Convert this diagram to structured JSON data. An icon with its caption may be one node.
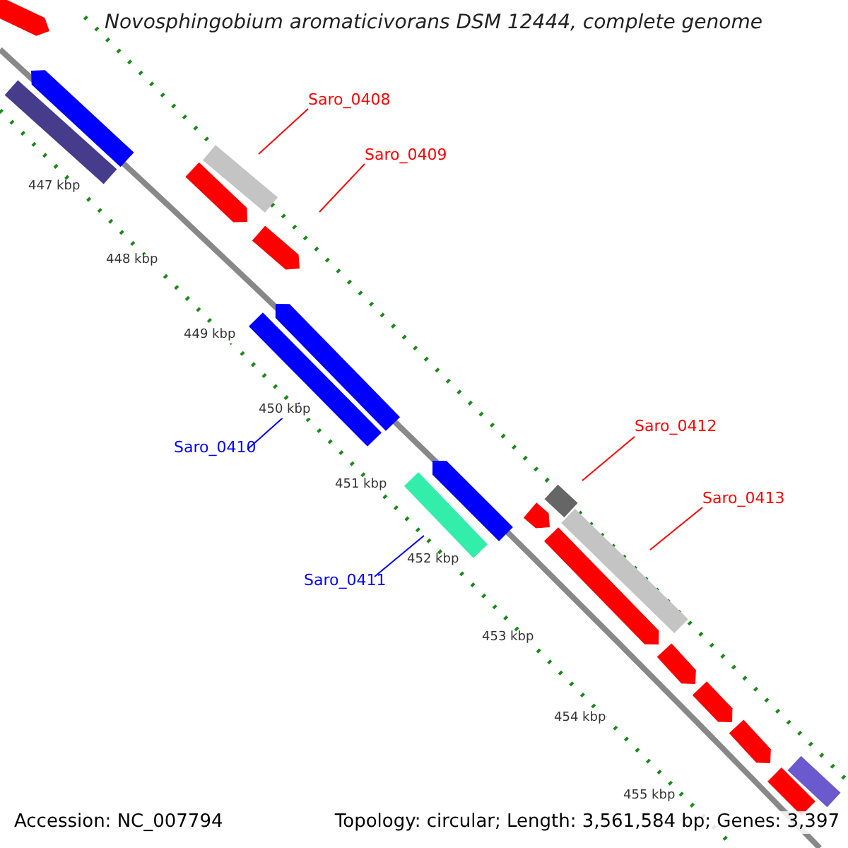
{
  "diagram": {
    "title": "Novosphingobium aromaticivorans DSM 12444, complete genome",
    "nodes": [
      {
        "text": [
          "Saro_0408"
        ]
      },
      {
        "text": [],
        "shape": "bar"
      },
      {
        "text": [
          "Saro_0409"
        ]
      },
      {
        "text": [],
        "shape": "bar"
      },
      {
        "text": [
          "Saro_0410"
        ]
      },
      {
        "text": [],
        "shape": "bar"
      },
      {
        "text": [
          "Saro_0411"
        ]
      },
      {
        "text": [],
        "shape": "bar"
      },
      {
        "text": [
          "Saro_0412"
        ]
      },
      {
        "text": [],
        "shape": "bar"
      },
      {
        "text": [
          "Saro_0413"
        ]
      },
      {
        "text": [],
        "shape": "bar"
      },
      {
        "text": [],
        "shape": "bar"
      },
      {
        "text": [],
        "shape": "bar"
      },
      {
        "text": [],
        "shape": "bar"
      },
      {
        "text": [],
        "shape": "bar"
      },
      {
        "text": [],
        "shape": "bar"
      },
      {
        "text": [],
        "shape": "bar"
      },
      {
        "text": [],
        "shape": "bar"
      },
      {
        "text": [],
        "shape": "bar"
      },
      {
        "text": [],
        "shape": "bar"
      },
      {
        "text": [],
        "shape": "bar"
      },
      {
        "text": [],
        "shape": "bar"
      },
      {
        "text": [],
        "shape": "bar"
      },
      {
        "text": [],
        "shape": "bar"
      }
    ],
    "edges": [
      {
        "from": 0,
        "to": 1,
        "arrow": "none"
      },
      {
        "from": 2,
        "to": 3,
        "arrow": "none"
      },
      {
        "from": 4,
        "to": 5,
        "arrow": "none",
        "color": "#0000ff"
      },
      {
        "from": 6,
        "to": 7,
        "arrow": "none",
        "color": "#0000ff"
      },
      {
        "from": 8,
        "to": 9,
        "arrow": "none"
      },
      {
        "from": 10,
        "to": 11,
        "arrow": "none"
      }
    ],
    "labels": [
      "447 kbp",
      "448 kbp",
      "449 kbp",
      "450 kbp",
      "451 kbp",
      "452 kbp",
      "453 kbp",
      "454 kbp",
      "455 kbp",
      "Accession: NC_007794",
      "Topology: circular; Length: 3,561,584 bp; Genes: 3,397"
    ]
  }
}
